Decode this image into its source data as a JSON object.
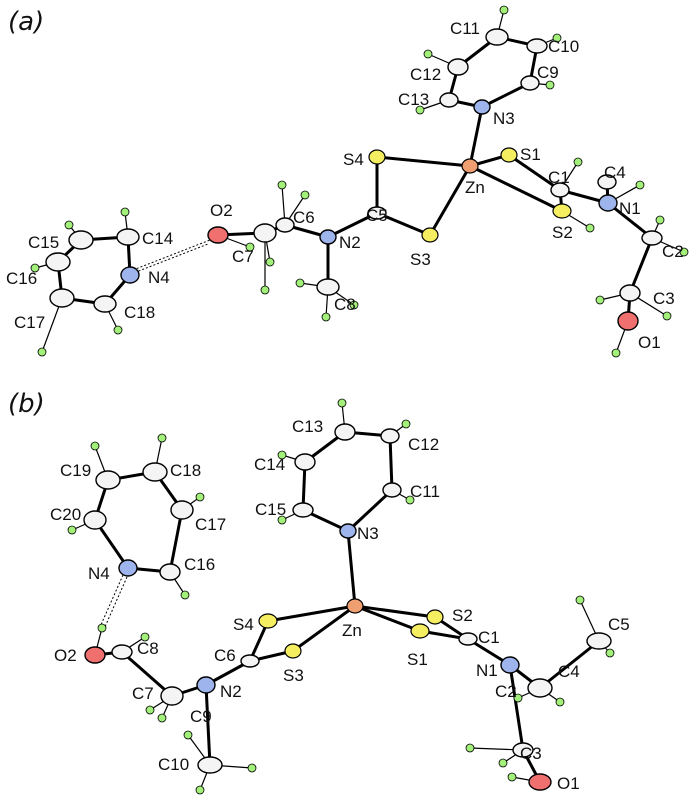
{
  "panels": [
    {
      "label": "(a)",
      "atoms": [
        "C11",
        "C10",
        "C12",
        "C9",
        "C13",
        "N3",
        "S1",
        "S4",
        "C4",
        "C1",
        "C6",
        "Zn",
        "C5",
        "O2",
        "N1",
        "C14",
        "S2",
        "C2",
        "N2",
        "C7",
        "S3",
        "C15",
        "N4",
        "C3",
        "C16",
        "C8",
        "C18",
        "C17",
        "O1"
      ]
    },
    {
      "label": "(b)",
      "atoms": [
        "C13",
        "C14",
        "C12",
        "C19",
        "C18",
        "C11",
        "C15",
        "C20",
        "C17",
        "N3",
        "N4",
        "C16",
        "C5",
        "S2",
        "S4",
        "C1",
        "O2",
        "C8",
        "Zn",
        "C6",
        "C4",
        "N1",
        "N2",
        "S3",
        "S1",
        "C7",
        "C2",
        "C9",
        "C10",
        "C3",
        "O1"
      ]
    }
  ],
  "colors": {
    "carbon": "#f4f4f4",
    "nitrogen": "#9eb4ec",
    "oxygen": "#f07070",
    "sulfur": "#f4ee60",
    "zinc": "#f0a070",
    "hydrogen": "#a2f07a",
    "bond": "#000000"
  }
}
